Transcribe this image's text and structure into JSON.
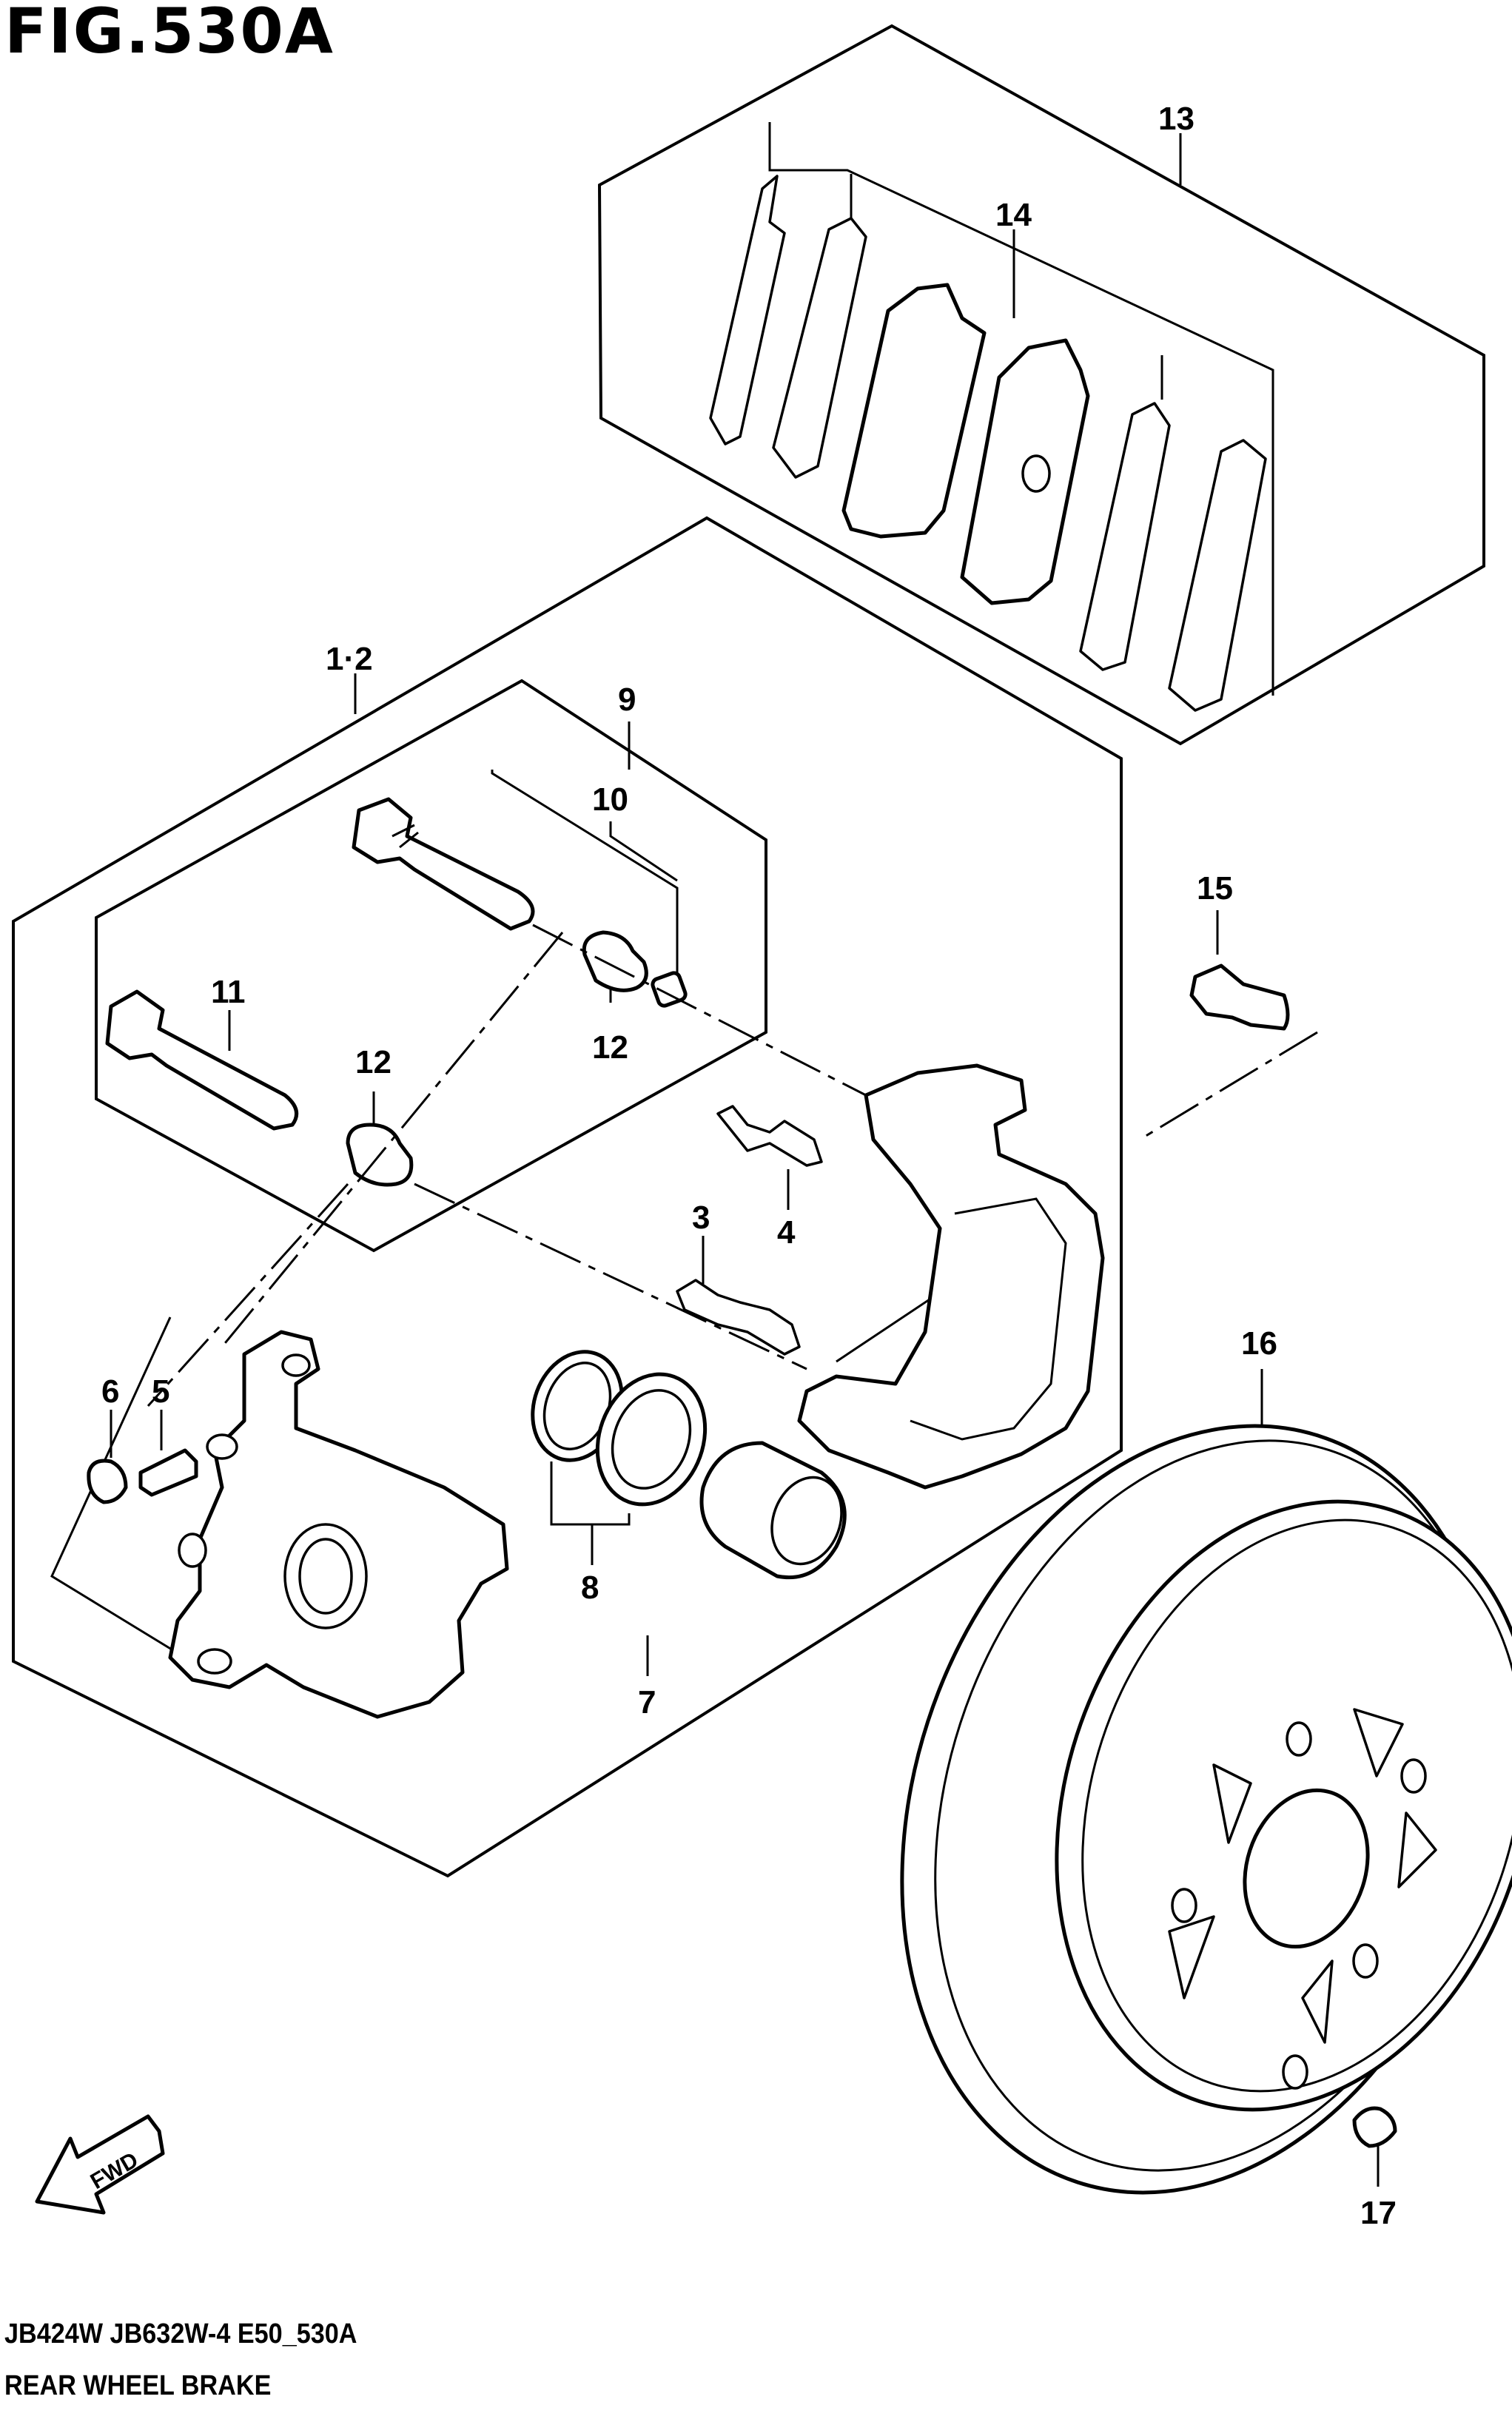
{
  "figure": {
    "title": "FIG.530A",
    "model_code": "JB424W  JB632W-4  E50_530A",
    "subtitle": "REAR WHEEL BRAKE",
    "direction_label": "FWD"
  },
  "callouts": {
    "c1_2": "1·2",
    "c3": "3",
    "c4": "4",
    "c5": "5",
    "c6": "6",
    "c7": "7",
    "c8": "8",
    "c9": "9",
    "c10": "10",
    "c11": "11",
    "c12a": "12",
    "c12b": "12",
    "c13": "13",
    "c14": "14",
    "c15": "15",
    "c16": "16",
    "c17": "17"
  }
}
